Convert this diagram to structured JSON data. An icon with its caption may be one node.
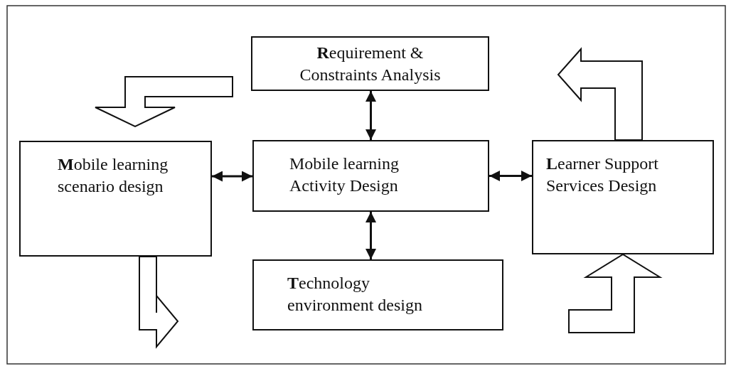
{
  "diagram": {
    "nodes": [
      {
        "text": [
          "**R**equirement & Constraints Analysis"
        ]
      },
      {
        "text": [
          "**M**obile learning scenario design"
        ]
      },
      {
        "text": [
          "Mobile learning Activity Design"
        ]
      },
      {
        "text": [
          "**L**earner Support Services Design"
        ]
      },
      {
        "text": [
          "**T**echnology environment design"
        ]
      }
    ],
    "edges": [
      {
        "from": 0,
        "to": 2,
        "arrow": "both"
      },
      {
        "from": 1,
        "to": 2,
        "arrow": "both"
      },
      {
        "from": 2,
        "to": 3,
        "arrow": "both"
      },
      {
        "from": 2,
        "to": 4,
        "arrow": "both"
      },
      {
        "from": null,
        "to": 1,
        "arrow": "to",
        "style": "thick"
      },
      {
        "from": 1,
        "to": null,
        "arrow": "to",
        "style": "thick"
      },
      {
        "from": null,
        "to": 3,
        "arrow": "to",
        "style": "thick"
      },
      {
        "from": 3,
        "to": null,
        "arrow": "to",
        "style": "thick"
      }
    ]
  }
}
